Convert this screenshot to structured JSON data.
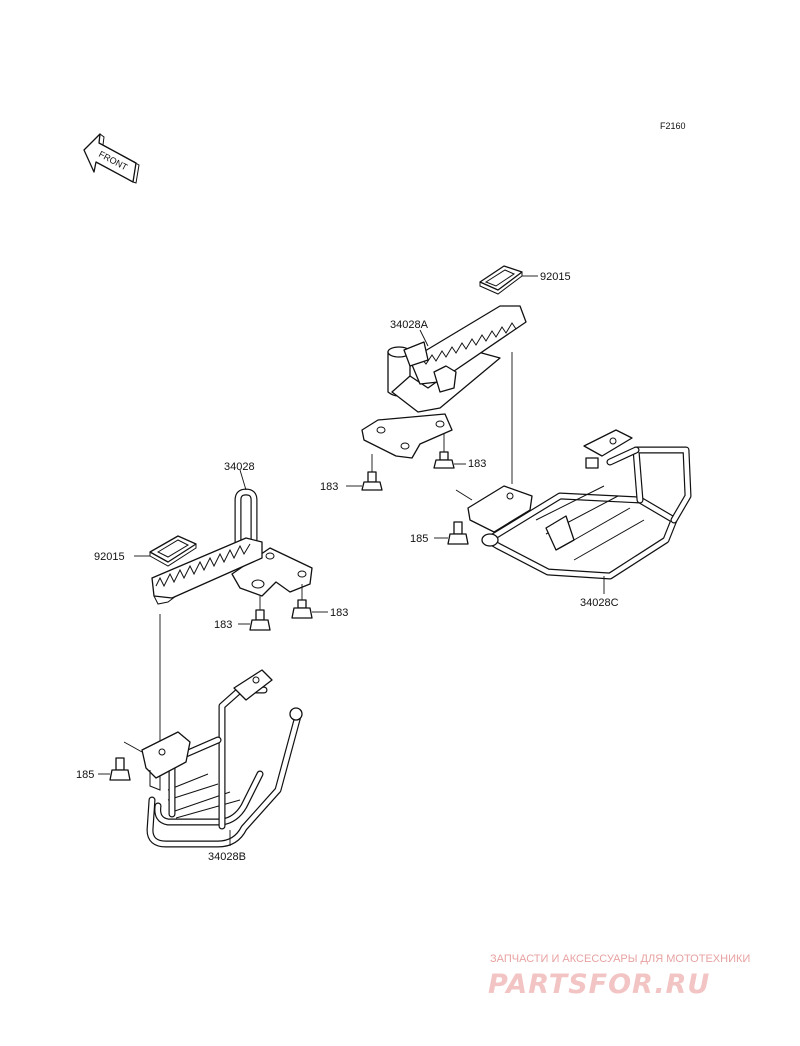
{
  "diagram": {
    "figure_code": "F2160",
    "front_label": "FRONT",
    "parts": {
      "step_left": "34028",
      "step_right": "34028A",
      "guard_left": "34028B",
      "guard_right": "34028C",
      "pad_left": "92015",
      "pad_right": "92015",
      "bolt_183_a": "183",
      "bolt_183_b": "183",
      "bolt_183_c": "183",
      "bolt_183_d": "183",
      "bolt_185_left": "185",
      "bolt_185_right": "185"
    }
  },
  "watermark": {
    "subtitle": "ЗАПЧАСТИ И АКСЕССУАРЫ ДЛЯ МОТОТЕХНИКИ",
    "brand": "PARTSFOR.RU"
  }
}
